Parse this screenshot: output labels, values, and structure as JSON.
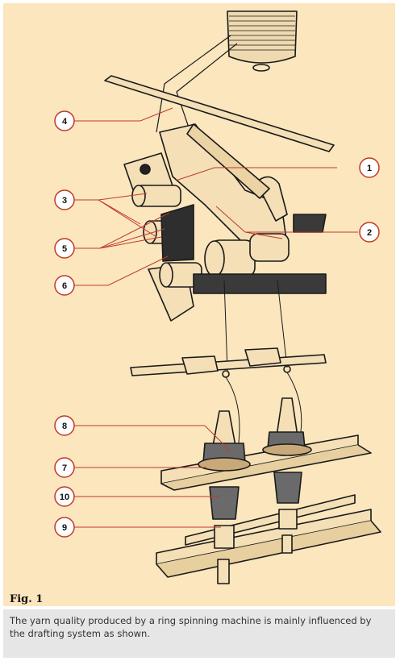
{
  "figure": {
    "label": "Fig. 1",
    "background": "#fbe6bd",
    "callout_color": "#c0392b",
    "callouts": [
      "1",
      "2",
      "3",
      "4",
      "5",
      "6",
      "7",
      "8",
      "9",
      "10"
    ]
  },
  "caption": {
    "text": "The yarn quality produced by a ring spinning machine is mainly influenced by the drafting system as shown."
  }
}
